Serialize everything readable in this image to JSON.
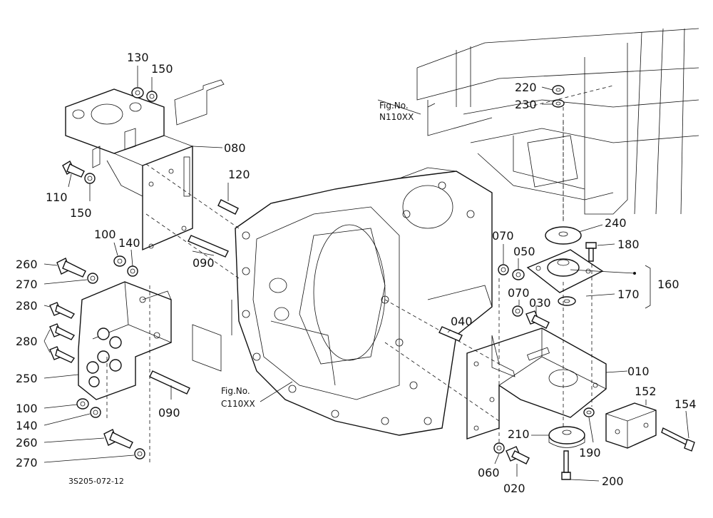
{
  "part_labels": {
    "p130": "130",
    "p150a": "150",
    "p080": "080",
    "p110": "110",
    "p150b": "150",
    "p120": "120",
    "p100a": "100",
    "p140a": "140",
    "p090a": "090",
    "p260a": "260",
    "p270a": "270",
    "p280a": "280",
    "p280b": "280",
    "p250": "250",
    "p100b": "100",
    "p140b": "140",
    "p260b": "260",
    "p270b": "270",
    "p090b": "090",
    "p220": "220",
    "p230": "230",
    "p240": "240",
    "p180": "180",
    "p070a": "070",
    "p050": "050",
    "p160": "160",
    "p070b": "070",
    "p030": "030",
    "p170": "170",
    "p040": "040",
    "p010": "010",
    "p152": "152",
    "p154": "154",
    "p210": "210",
    "p190": "190",
    "p060": "060",
    "p020": "020",
    "p200": "200"
  },
  "fig_refs": {
    "n110_title": "Fig.No.",
    "n110_code": "N110XX",
    "c110_title": "Fig.No.",
    "c110_code": "C110XX"
  },
  "drawing_id": "3S205-072-12"
}
